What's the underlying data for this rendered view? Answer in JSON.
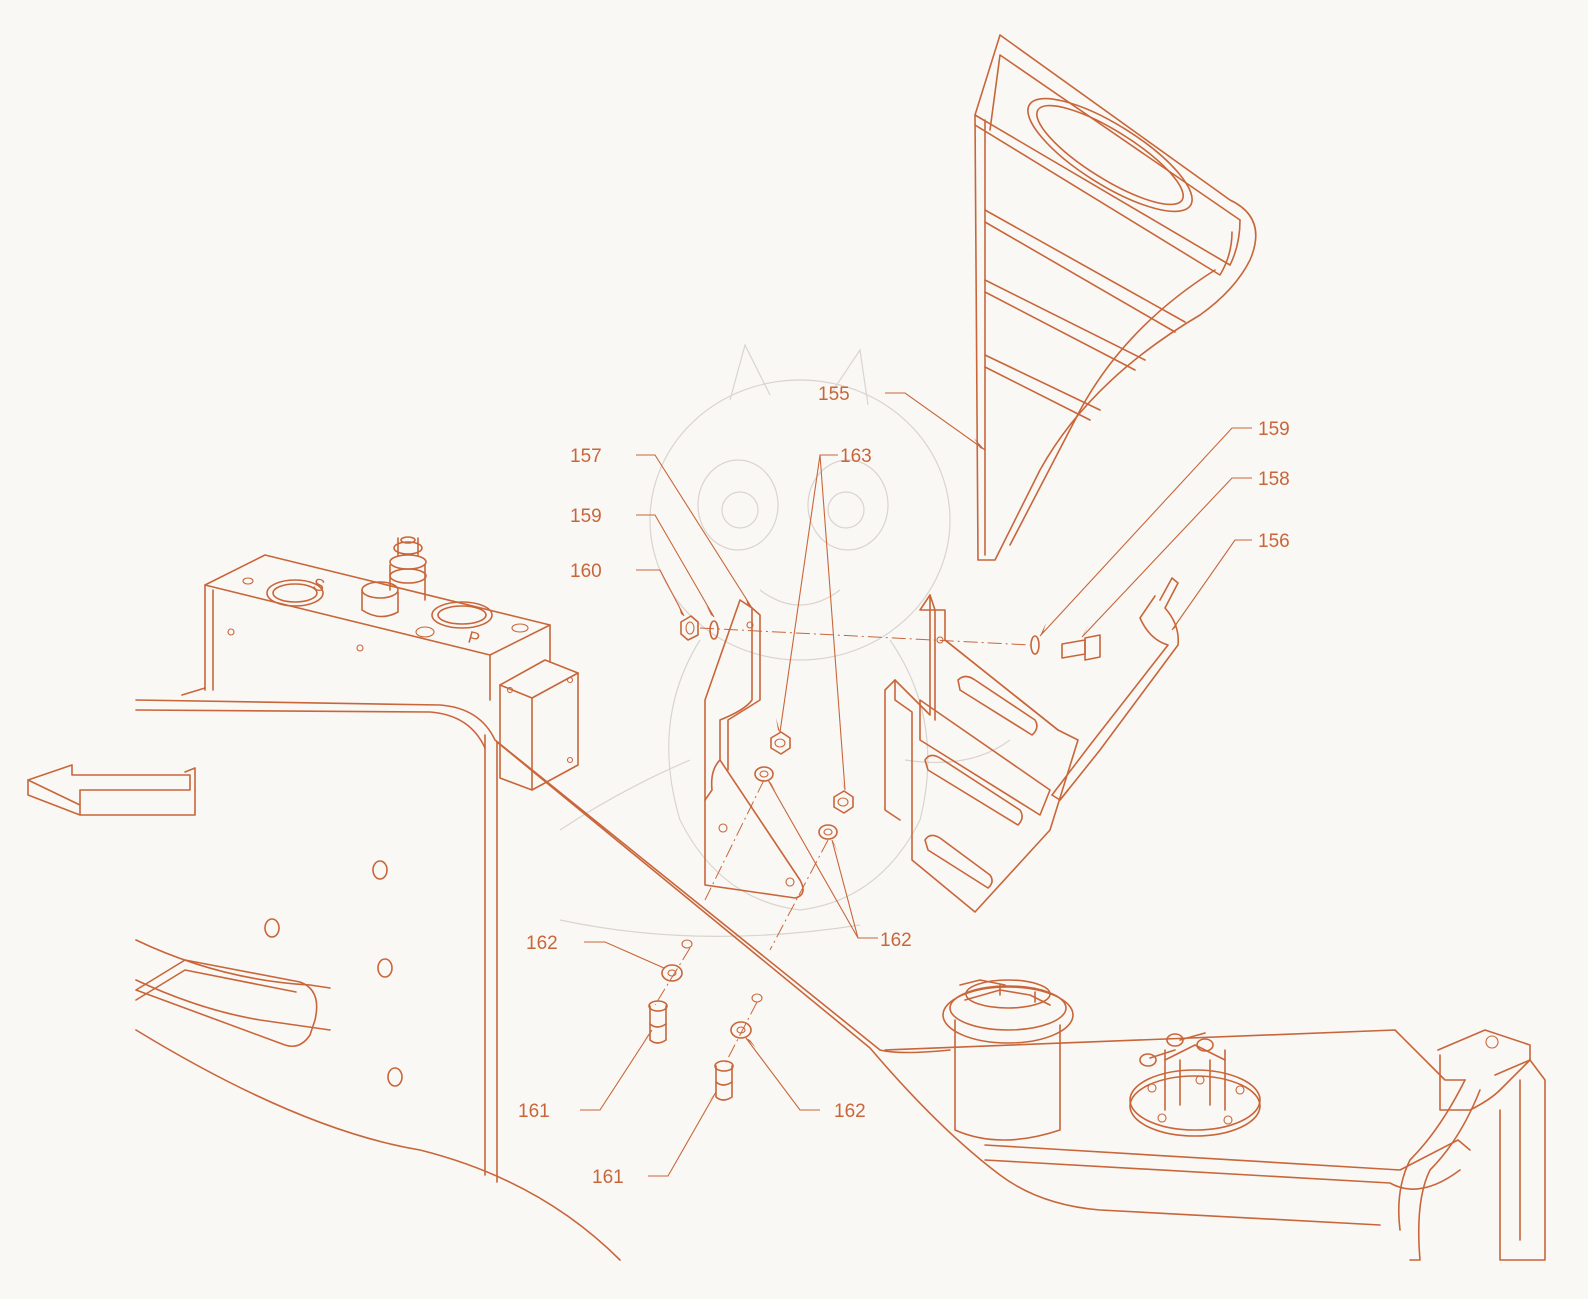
{
  "diagram": {
    "accent_color": "#c8663a",
    "background_color": "#faf8f5",
    "watermark": "dragon-mascot",
    "port_marks": [
      "S",
      "P"
    ],
    "callouts": [
      {
        "id": "c155",
        "label": "155",
        "part": "guard-cover"
      },
      {
        "id": "c157",
        "label": "157",
        "part": "left-bracket"
      },
      {
        "id": "c159a",
        "label": "159",
        "part": "washer-left"
      },
      {
        "id": "c160",
        "label": "160",
        "part": "nut-left"
      },
      {
        "id": "c163",
        "label": "163",
        "part": "bracket-nuts"
      },
      {
        "id": "c159b",
        "label": "159",
        "part": "washer-right"
      },
      {
        "id": "c158",
        "label": "158",
        "part": "bolt-right"
      },
      {
        "id": "c156",
        "label": "156",
        "part": "hose-clip"
      },
      {
        "id": "c162a",
        "label": "162",
        "part": "washers-upper"
      },
      {
        "id": "c162b",
        "label": "162",
        "part": "washer-lower-left"
      },
      {
        "id": "c162c",
        "label": "162",
        "part": "washer-lower-right"
      },
      {
        "id": "c161a",
        "label": "161",
        "part": "bolt-lower-left"
      },
      {
        "id": "c161b",
        "label": "161",
        "part": "bolt-lower-right"
      }
    ]
  }
}
